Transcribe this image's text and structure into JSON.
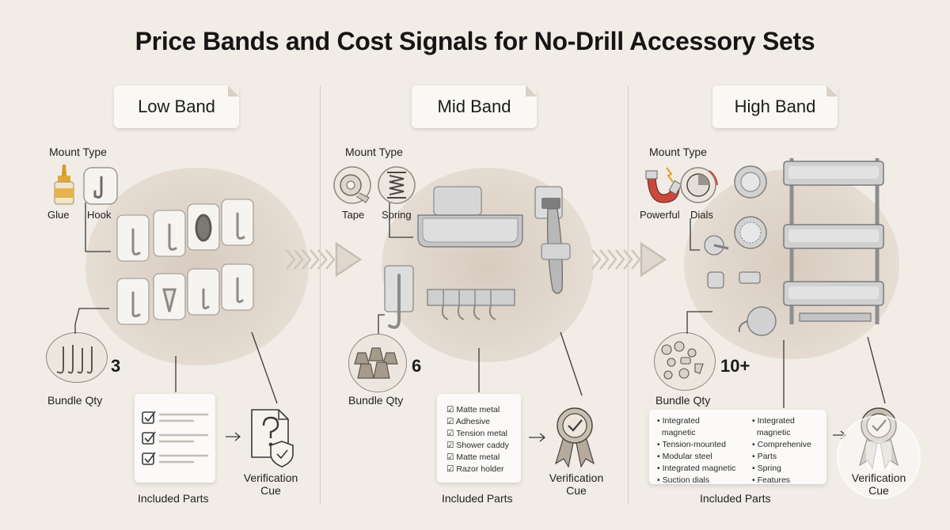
{
  "title": "Price Bands and Cost Signals for No-Drill Accessory Sets",
  "bands": [
    {
      "name": "Low Band",
      "mount_type_label": "Mount Type",
      "mount_types": [
        "Glue",
        "Hook"
      ],
      "bundle_qty_label": "Bundle Qty",
      "bundle_qty": "3",
      "included_parts_label": "Included Parts",
      "verification_label": "Verification Cue"
    },
    {
      "name": "Mid Band",
      "mount_type_label": "Mount Type",
      "mount_types": [
        "Tape",
        "Spring"
      ],
      "bundle_qty_label": "Bundle Qty",
      "bundle_qty": "6",
      "included_parts_label": "Included Parts",
      "parts": [
        "Matte metal",
        "Adhesive",
        "Tension metal",
        "Shower caddy",
        "Matte metal",
        "Razor holder"
      ],
      "verification_label": "Verification Cue"
    },
    {
      "name": "High Band",
      "mount_type_label": "Mount Type",
      "mount_types": [
        "Powerful",
        "Dials"
      ],
      "bundle_qty_label": "Bundle Qty",
      "bundle_qty": "10+",
      "included_parts_label": "Included Parts",
      "parts_col1": [
        "Integrated",
        "magnetic",
        "Tension-mounted",
        "Modular steel",
        "Integrated magnetic",
        "Suction dials"
      ],
      "parts_col2": [
        "Integrated",
        "magnetic",
        "Comprehenive",
        "Parts",
        "Spring",
        "Features"
      ],
      "verification_label": "Verification Cue"
    }
  ],
  "colors": {
    "background": "#f1ece6",
    "blob": "#ddd2c7",
    "metal": "#b9b9b9",
    "magnet_red": "#c94a3d"
  }
}
